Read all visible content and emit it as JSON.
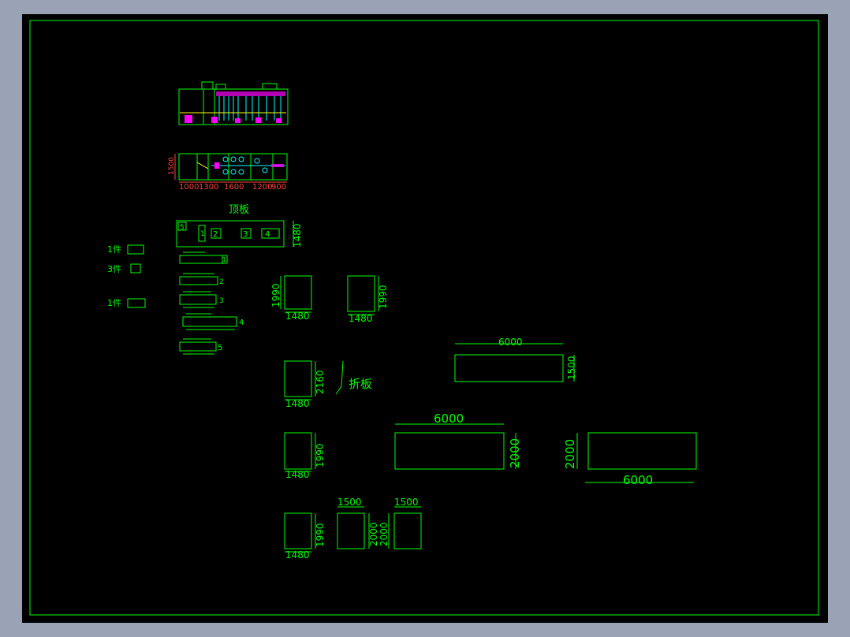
{
  "colors": {
    "workspace": "#9aa3b6",
    "canvas": "#000000",
    "line": "#00ff00",
    "label": "#ff4040",
    "cyan": "#00ffff",
    "magenta": "#ff00ff"
  },
  "top_view": {
    "dim_height": "1500",
    "dim_widths": [
      "1000",
      "1300",
      "1600",
      "1200",
      "900"
    ]
  },
  "top_plate": {
    "title": "顶板",
    "dim_right": "1480",
    "parts": [
      "5",
      "1",
      "2",
      "3",
      "4"
    ]
  },
  "parts_list": {
    "qty_1": "1件",
    "qty_2": "3件",
    "qty_3": "1件",
    "row_numbers": [
      "1",
      "2",
      "3",
      "4",
      "5"
    ]
  },
  "panels": {
    "p1": {
      "dim_h": "1990",
      "dim_w": "1480"
    },
    "p2": {
      "dim_h": "1990",
      "dim_w": "1480"
    },
    "p3": {
      "dim_h": "2160",
      "dim_w": "1480"
    },
    "p4": {
      "dim_h": "1990",
      "dim_w": "1480"
    },
    "p5": {
      "dim_h": "1990",
      "dim_w": "1480"
    },
    "p6": {
      "dim_h": "2000",
      "dim_w": "1500"
    },
    "p7": {
      "dim_h": "2000",
      "dim_w": "1500"
    }
  },
  "fold_plate": {
    "label": "折板"
  },
  "bottom_plate": {
    "dim_w": "6000",
    "dim_h": "1500"
  },
  "side_plate_1": {
    "dim_w": "6000",
    "dim_h": "2000"
  },
  "side_plate_2": {
    "dim_w": "6000",
    "dim_h": "2000"
  }
}
